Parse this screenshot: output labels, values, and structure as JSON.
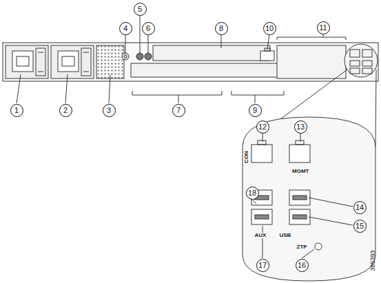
{
  "diagram": {
    "labels": [
      "1",
      "2",
      "3",
      "4",
      "5",
      "6",
      "7",
      "8",
      "9",
      "10",
      "11",
      "12",
      "13",
      "14",
      "15",
      "16",
      "17",
      "18",
      "MGMT",
      "CON",
      "AUX",
      "USB",
      "ZTP",
      "385393"
    ]
  }
}
